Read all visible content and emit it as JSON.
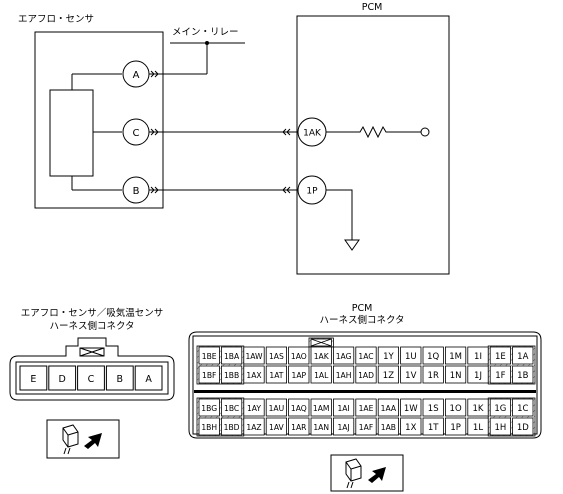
{
  "labels": {
    "afm_sensor": "エアフロ・センサ",
    "main_relay": "メイン・リレー",
    "pcm": "PCM",
    "connector_left_line1": "エアフロ・センサ／吸気温センサ",
    "connector_left_line2": "ハーネス側コネクタ",
    "connector_pcm_line1": "PCM",
    "connector_pcm_line2": "ハーネス側コネクタ"
  },
  "sensor_pins": [
    {
      "id": "pin-a",
      "label": "A"
    },
    {
      "id": "pin-c",
      "label": "C"
    },
    {
      "id": "pin-b",
      "label": "B"
    }
  ],
  "pcm_pins": [
    {
      "id": "pcm-pin-1ak",
      "label": "1AK"
    },
    {
      "id": "pcm-pin-1p",
      "label": "1P"
    }
  ],
  "left_connector_cells": [
    "E",
    "D",
    "C",
    "B",
    "A"
  ],
  "pcm_connector": {
    "upper_rows": [
      [
        "1BE",
        "1BA",
        "1AW",
        "1AS",
        "1AO",
        "1AK",
        "1AG",
        "1AC",
        "1Y",
        "1U",
        "1Q",
        "1M",
        "1I",
        "1E",
        "1A"
      ],
      [
        "1BF",
        "1BB",
        "1AX",
        "1AT",
        "1AP",
        "1AL",
        "1AH",
        "1AD",
        "1Z",
        "1V",
        "1R",
        "1N",
        "1J",
        "1F",
        "1B"
      ]
    ],
    "lower_rows": [
      [
        "1BG",
        "1BC",
        "1AY",
        "1AU",
        "1AQ",
        "1AM",
        "1AI",
        "1AE",
        "1AA",
        "1W",
        "1S",
        "1O",
        "1K",
        "1G",
        "1C"
      ],
      [
        "1BH",
        "1BD",
        "1AZ",
        "1AV",
        "1AR",
        "1AN",
        "1AJ",
        "1AF",
        "1AB",
        "1X",
        "1T",
        "1P",
        "1L",
        "1H",
        "1D"
      ]
    ]
  },
  "colors": {
    "line": "#000000",
    "hatch": "#777777",
    "background": "#ffffff"
  }
}
